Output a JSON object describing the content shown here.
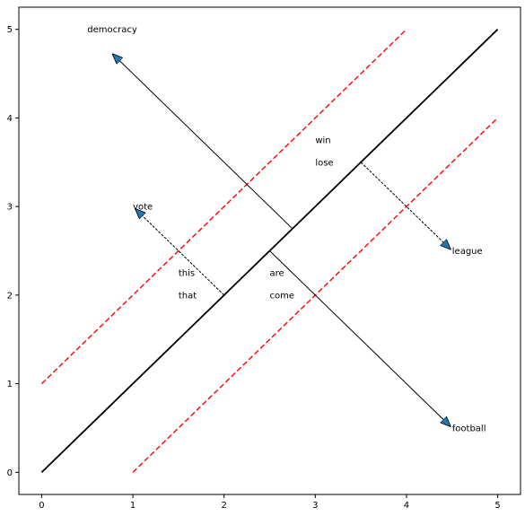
{
  "chart_data": {
    "type": "line",
    "title": "",
    "xlabel": "",
    "ylabel": "",
    "xlim": [
      -0.25,
      5.25
    ],
    "ylim": [
      -0.25,
      5.25
    ],
    "grid": false,
    "xticks": [
      0,
      1,
      2,
      3,
      4,
      5
    ],
    "yticks": [
      0,
      1,
      2,
      3,
      4,
      5
    ],
    "colors": {
      "axis": "#000000",
      "margin": "#ff0000",
      "arrow_fill": "#1f77b4"
    },
    "lines": [
      {
        "name": "boundary",
        "points": [
          [
            0,
            0
          ],
          [
            5,
            5
          ]
        ],
        "style": "solid",
        "color": "#000000"
      },
      {
        "name": "margin-upper",
        "points": [
          [
            0,
            1
          ],
          [
            4,
            5
          ]
        ],
        "style": "dashed",
        "color": "#ff0000"
      },
      {
        "name": "margin-lower",
        "points": [
          [
            1,
            0
          ],
          [
            5,
            4
          ]
        ],
        "style": "dashed",
        "color": "#ff0000"
      }
    ],
    "arrows": [
      {
        "from": [
          2.75,
          2.75
        ],
        "to": [
          0.78,
          4.72
        ],
        "style": "solid"
      },
      {
        "from": [
          2.5,
          2.5
        ],
        "to": [
          4.48,
          0.52
        ],
        "style": "solid"
      },
      {
        "from": [
          2,
          2
        ],
        "to": [
          1.03,
          2.97
        ],
        "style": "dashed"
      },
      {
        "from": [
          3.5,
          3.5
        ],
        "to": [
          4.48,
          2.52
        ],
        "style": "dashed"
      }
    ],
    "labels": [
      {
        "text": "democracy",
        "x": 0.5,
        "y": 5.0
      },
      {
        "text": "win",
        "x": 3.0,
        "y": 3.75
      },
      {
        "text": "lose",
        "x": 3.0,
        "y": 3.5
      },
      {
        "text": "vote",
        "x": 1.0,
        "y": 3.0
      },
      {
        "text": "league",
        "x": 4.5,
        "y": 2.5
      },
      {
        "text": "this",
        "x": 1.5,
        "y": 2.25
      },
      {
        "text": "that",
        "x": 1.5,
        "y": 2.0
      },
      {
        "text": "are",
        "x": 2.5,
        "y": 2.25
      },
      {
        "text": "come",
        "x": 2.5,
        "y": 2.0
      },
      {
        "text": "football",
        "x": 4.5,
        "y": 0.5
      }
    ]
  }
}
